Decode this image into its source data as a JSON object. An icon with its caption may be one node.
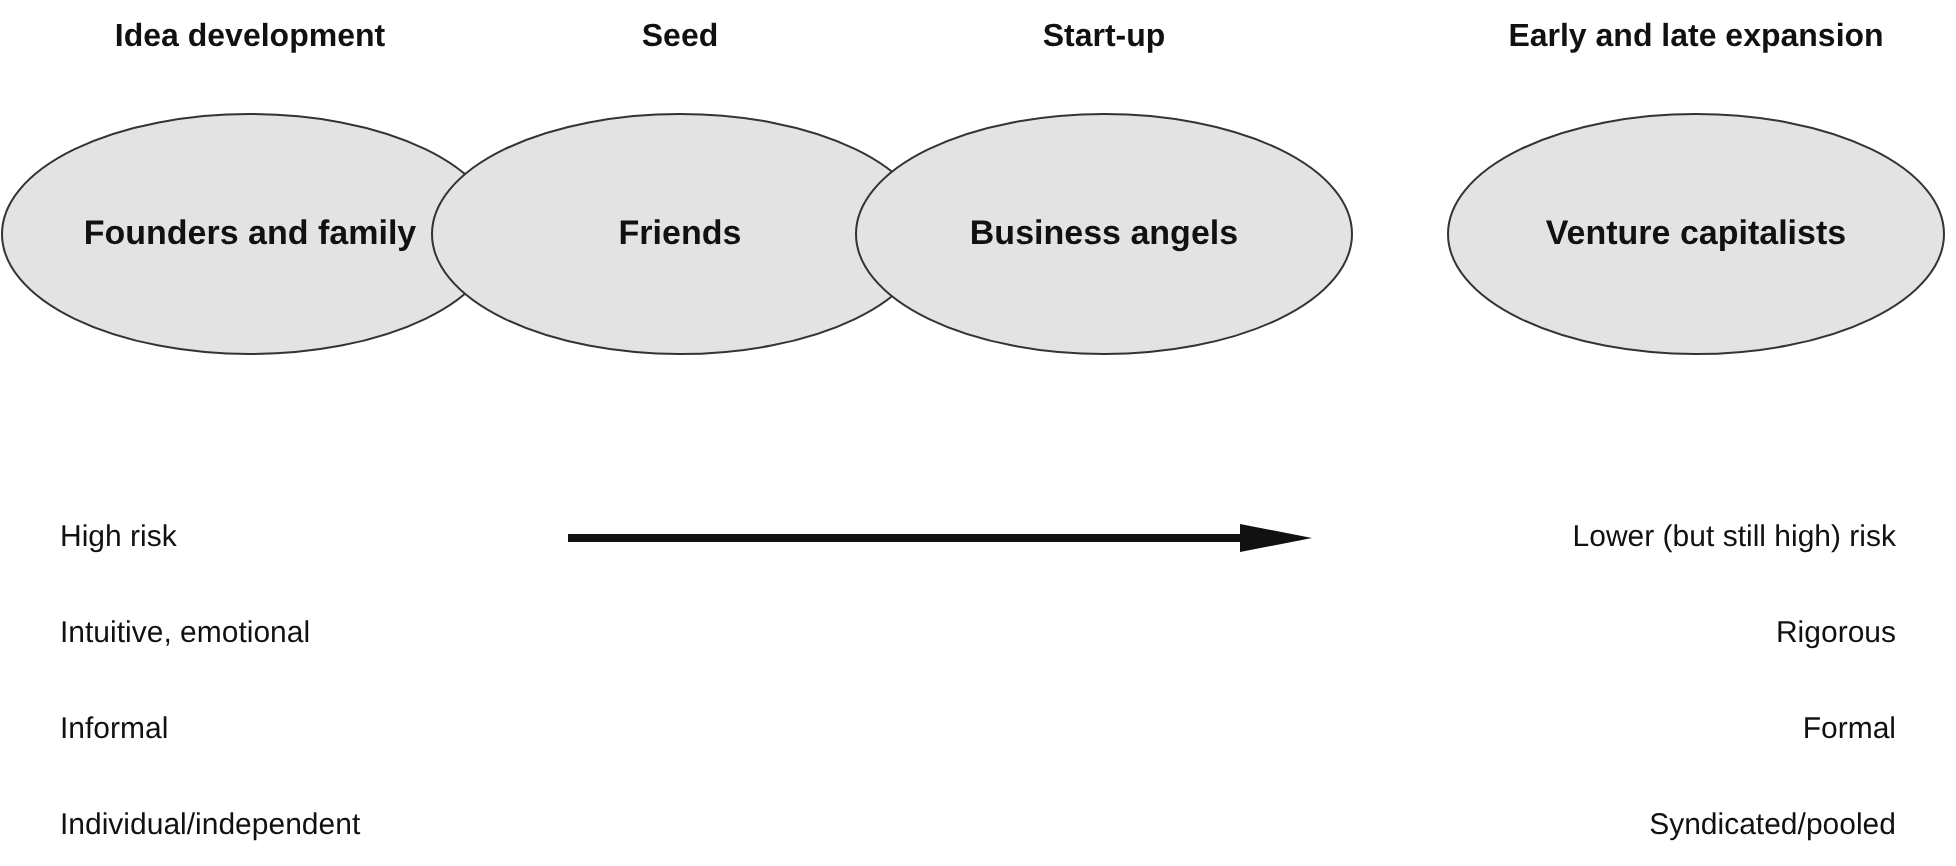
{
  "diagram": {
    "nodes": [
      {
        "text": [
          "Idea development",
          "Founders and family"
        ]
      },
      {
        "text": [
          "Seed",
          "Friends"
        ]
      },
      {
        "text": [
          "Start-up",
          "Business angels"
        ]
      },
      {
        "text": [
          "Early and late expansion",
          "Venture capitalists"
        ]
      }
    ],
    "labels": [
      "High risk",
      "Lower (but still high) risk",
      "Intuitive, emotional",
      "Rigorous",
      "Informal",
      "Formal",
      "Individual/independent",
      "Syndicated/pooled"
    ]
  }
}
